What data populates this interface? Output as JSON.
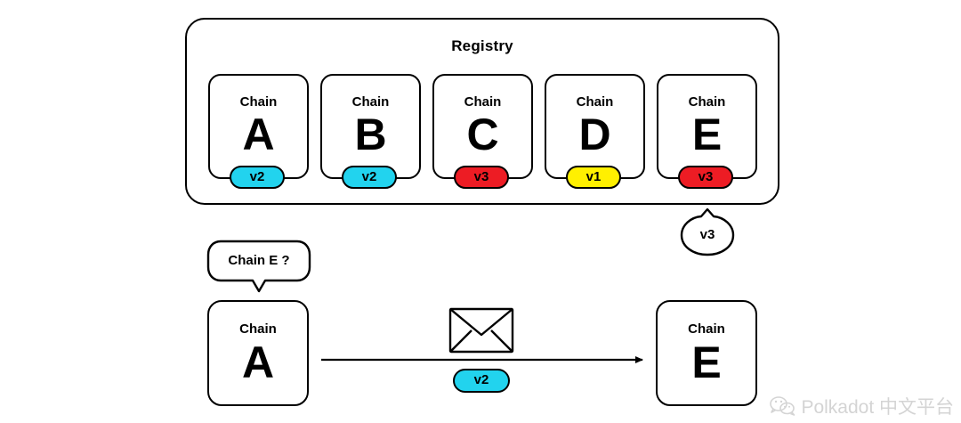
{
  "diagram": {
    "title": "Registry",
    "registry": {
      "label": "Registry",
      "chains": [
        {
          "prefix": "Chain",
          "letter": "A",
          "version": "v2",
          "color": "#22D3EE"
        },
        {
          "prefix": "Chain",
          "letter": "B",
          "version": "v2",
          "color": "#22D3EE"
        },
        {
          "prefix": "Chain",
          "letter": "C",
          "version": "v3",
          "color": "#ED1C24"
        },
        {
          "prefix": "Chain",
          "letter": "D",
          "version": "v1",
          "color": "#FFF000"
        },
        {
          "prefix": "Chain",
          "letter": "E",
          "version": "v3",
          "color": "#ED1C24"
        }
      ]
    },
    "lookup_bubble": {
      "text": "Chain E ?"
    },
    "registry_response_bubble": {
      "text": "v3"
    },
    "sender": {
      "prefix": "Chain",
      "letter": "A"
    },
    "receiver": {
      "prefix": "Chain",
      "letter": "E"
    },
    "message": {
      "icon": "envelope-icon",
      "version": "v2",
      "version_color": "#22D3EE"
    },
    "watermark": {
      "icon": "wechat-icon",
      "text": "Polkadot 中文平台"
    },
    "colors": {
      "cyan": "#22D3EE",
      "red": "#ED1C24",
      "yellow": "#FFF000",
      "stroke": "#000000",
      "background": "#FFFFFF"
    }
  }
}
